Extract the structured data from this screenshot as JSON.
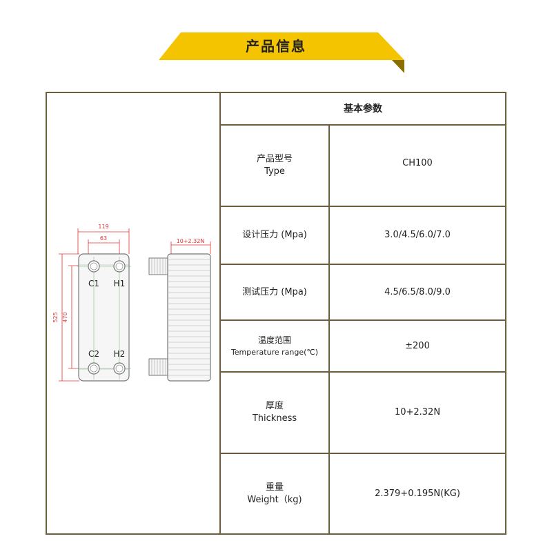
{
  "header": {
    "title": "产品信息"
  },
  "drawing": {
    "dim_width_outer": "119",
    "dim_width_inner": "63",
    "dim_height_outer": "525",
    "dim_height_inner": "470",
    "dim_thickness": "10+2.32N",
    "ports": [
      "C1",
      "H1",
      "C2",
      "H2"
    ]
  },
  "specs": {
    "title": "基本参数",
    "rows": [
      {
        "label_cn": "产品型号",
        "label_en": "Type",
        "value": "CH100"
      },
      {
        "label_cn": "设计压力 (Mpa)",
        "label_en": "",
        "value": "3.0/4.5/6.0/7.0"
      },
      {
        "label_cn": "测试压力 (Mpa)",
        "label_en": "",
        "value": "4.5/6.5/8.0/9.0"
      },
      {
        "label_cn": "温度范围",
        "label_en": "Temperature range(℃)",
        "value": "±200"
      },
      {
        "label_cn": "厚度",
        "label_en": "Thickness",
        "value": "10+2.32N"
      },
      {
        "label_cn": "重量",
        "label_en": "Weight（kg)",
        "value": "2.379+0.195N(KG)"
      }
    ]
  },
  "colors": {
    "banner": "#f5c400",
    "banner_shadow": "#8a6f00",
    "border": "#6b5e3c",
    "dimension": "#e03030",
    "drawing_line": "#888888"
  }
}
